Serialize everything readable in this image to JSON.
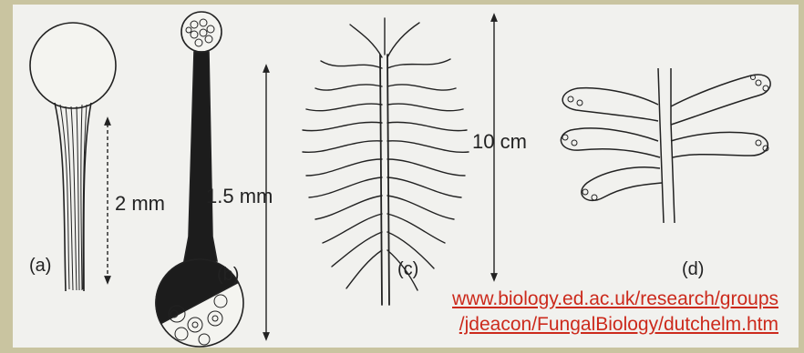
{
  "panels": {
    "a": {
      "label": "(a)",
      "scale": "2 mm"
    },
    "b": {
      "label": "(b)",
      "scale": "1.5 mm"
    },
    "c": {
      "label": "(c)",
      "scale": "10 cm"
    },
    "d": {
      "label": "(d)"
    }
  },
  "source": {
    "line1": "www.biology.ed.ac.uk/research/groups",
    "line2": "/jdeacon/FungalBiology/dutchelm.htm"
  },
  "colors": {
    "background": "#c9c4a0",
    "paper": "#f1f1ee",
    "ink": "#222222",
    "link": "#cc2a1c"
  }
}
